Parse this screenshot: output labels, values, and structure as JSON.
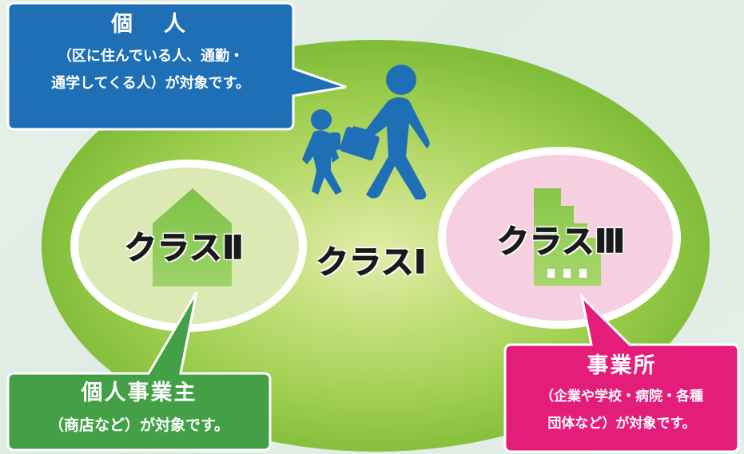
{
  "center_label": "クラスⅠ",
  "class2": {
    "label": "クラスⅡ"
  },
  "class3": {
    "label": "クラスⅢ"
  },
  "callouts": {
    "individual": {
      "title": "個　人",
      "desc_line1": "（区に住んでいる人、通勤・",
      "desc_line2": "通学してくる人）が対象です。",
      "color": "#1e6fb6"
    },
    "sole_proprietor": {
      "title": "個人事業主",
      "desc_line1": "（商店など）が対象です。",
      "color": "#43a047"
    },
    "business": {
      "title": "事業所",
      "desc_line1": "（企業や学校・病院・各種",
      "desc_line2": "団体など）が対象です。",
      "color": "#e41c7a"
    }
  },
  "colors": {
    "big_ellipse": "#8cc43f",
    "class2_ellipse": "#dde9b4",
    "class3_ellipse": "#f6cfe1",
    "house_icon": "#7dc143",
    "building_icon": "#8ac647",
    "people_icon": "#1e6fb6"
  },
  "icons": {
    "people": "parent-child-walking-icon",
    "house": "house-icon",
    "building": "building-icon"
  }
}
